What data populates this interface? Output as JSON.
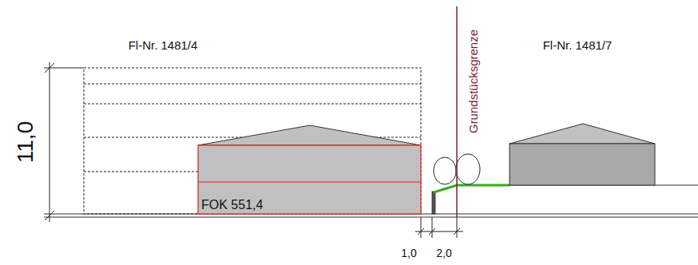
{
  "diagram": {
    "nodes": [
      {
        "text": [
          "FOK 551,4"
        ]
      }
    ],
    "labels": [
      "Fl-Nr. 1481/4",
      "Fl-Nr. 1481/7",
      "Grundstücksgrenze",
      "11,0",
      "1,0",
      "2,0"
    ]
  }
}
